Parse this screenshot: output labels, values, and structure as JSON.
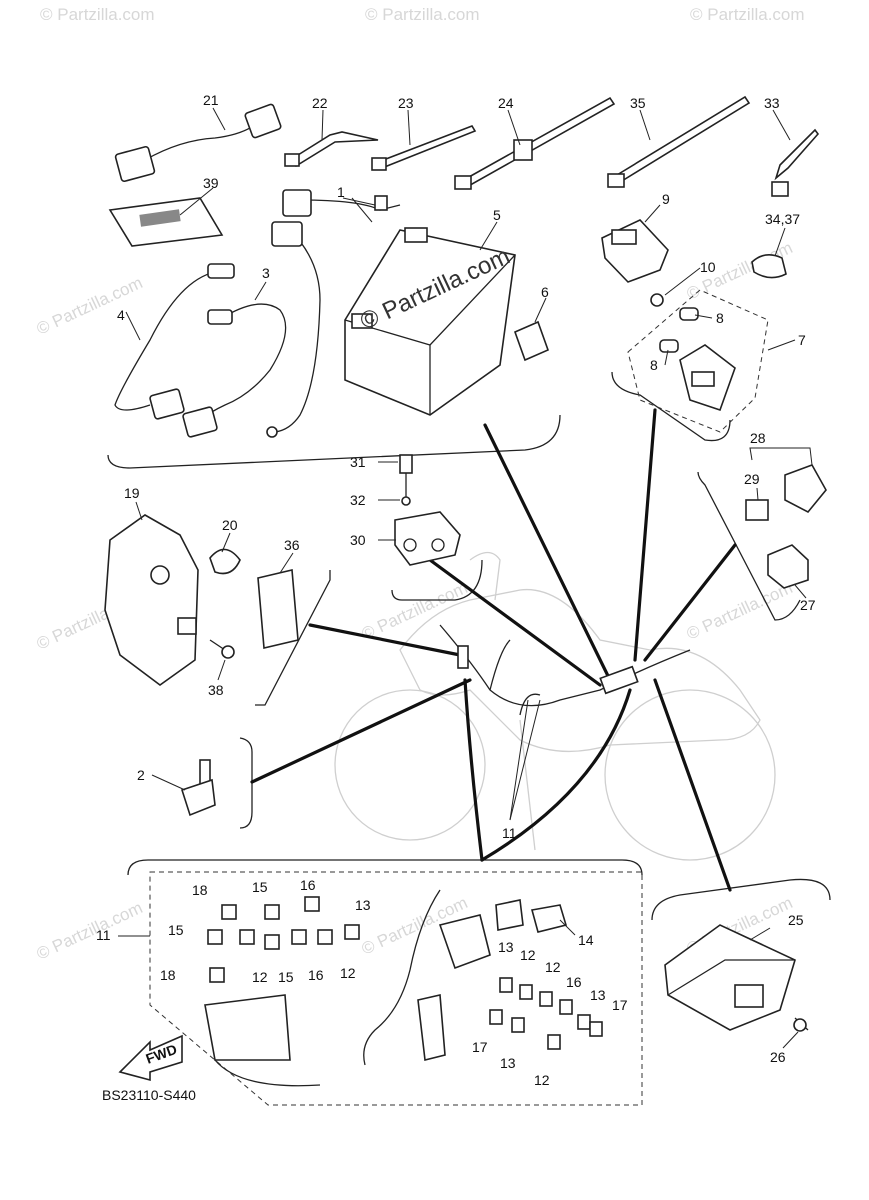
{
  "watermark": {
    "text": "© Partzilla.com"
  },
  "brand_watermark": {
    "text": "© Partzilla.com"
  },
  "figure_code": "BS23110-S440",
  "fwd_label": "FWD",
  "callouts": {
    "c1": "1",
    "c2": "2",
    "c3": "3",
    "c4": "4",
    "c5": "5",
    "c6": "6",
    "c7": "7",
    "c8a": "8",
    "c8b": "8",
    "c9": "9",
    "c10": "10",
    "c11a": "11",
    "c11b": "11",
    "c12a": "12",
    "c12b": "12",
    "c12c": "12",
    "c12d": "12",
    "c12e": "12",
    "c13a": "13",
    "c13b": "13",
    "c13c": "13",
    "c13d": "13",
    "c14": "14",
    "c15a": "15",
    "c15b": "15",
    "c15c": "15",
    "c16a": "16",
    "c16b": "16",
    "c16c": "16",
    "c17a": "17",
    "c17b": "17",
    "c18a": "18",
    "c18b": "18",
    "c19": "19",
    "c20": "20",
    "c21": "21",
    "c22": "22",
    "c23": "23",
    "c24": "24",
    "c25": "25",
    "c26": "26",
    "c27": "27",
    "c28": "28",
    "c29": "29",
    "c30": "30",
    "c31": "31",
    "c32": "32",
    "c33": "33",
    "c34": "34,37",
    "c35": "35",
    "c36": "36",
    "c38": "38",
    "c39": "39"
  }
}
